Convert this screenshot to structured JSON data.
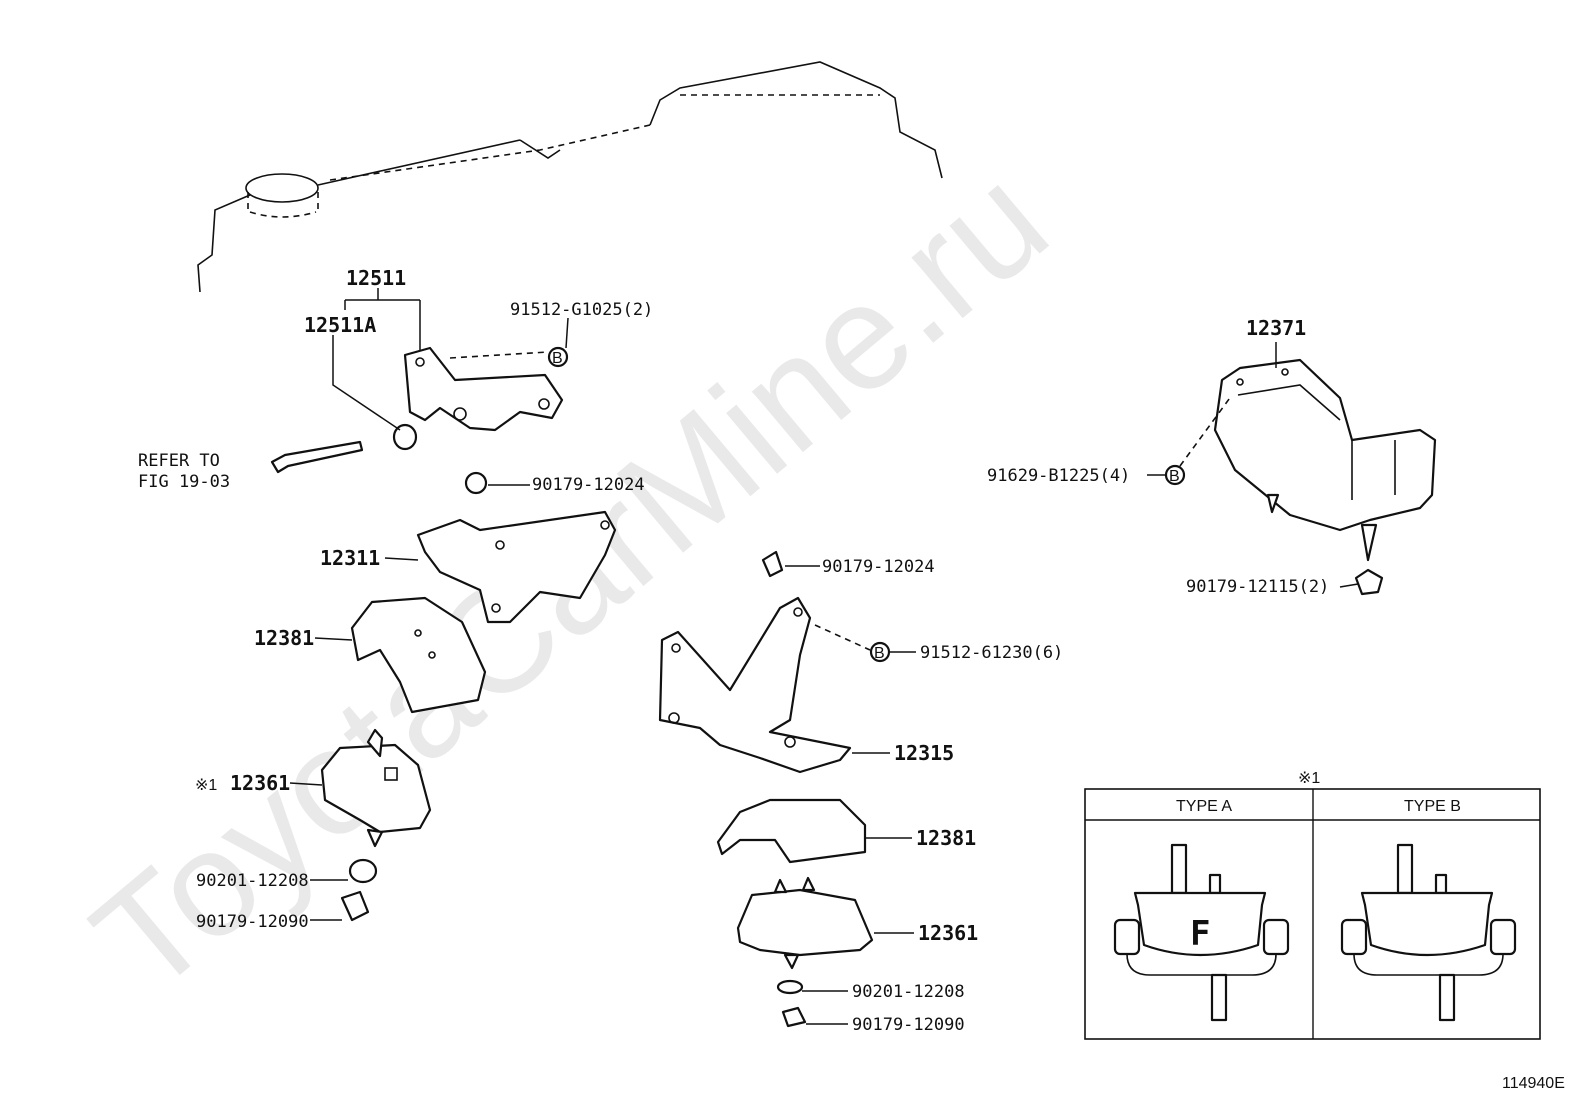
{
  "watermark": "ToyotaCarMine.ru",
  "diagram_id": "114940E",
  "labels": {
    "p12511": "12511",
    "p12511a": "12511A",
    "p91512_g1025": "91512-G1025(2)",
    "refer_line1": "REFER TO",
    "refer_line2": "FIG 19-03",
    "p90179_12024_a": "90179-12024",
    "p12311": "12311",
    "p12381_a": "12381",
    "mark1_a": "※1",
    "p12361_a": "12361",
    "p90201_12208_a": "90201-12208",
    "p90179_12090_a": "90179-12090",
    "p90179_12024_b": "90179-12024",
    "p91512_61230": "91512-61230(6)",
    "p12315": "12315",
    "p12381_b": "12381",
    "p12361_b": "12361",
    "p90201_12208_b": "90201-12208",
    "p90179_12090_b": "90179-12090",
    "p12371": "12371",
    "p91629_b1225": "91629-B1225(4)",
    "p90179_12115": "90179-12115(2)",
    "bolt_marker": "B"
  },
  "type_table": {
    "mark": "※1",
    "type_a": "TYPE A",
    "type_b": "TYPE B",
    "type_a_letter": "F"
  }
}
